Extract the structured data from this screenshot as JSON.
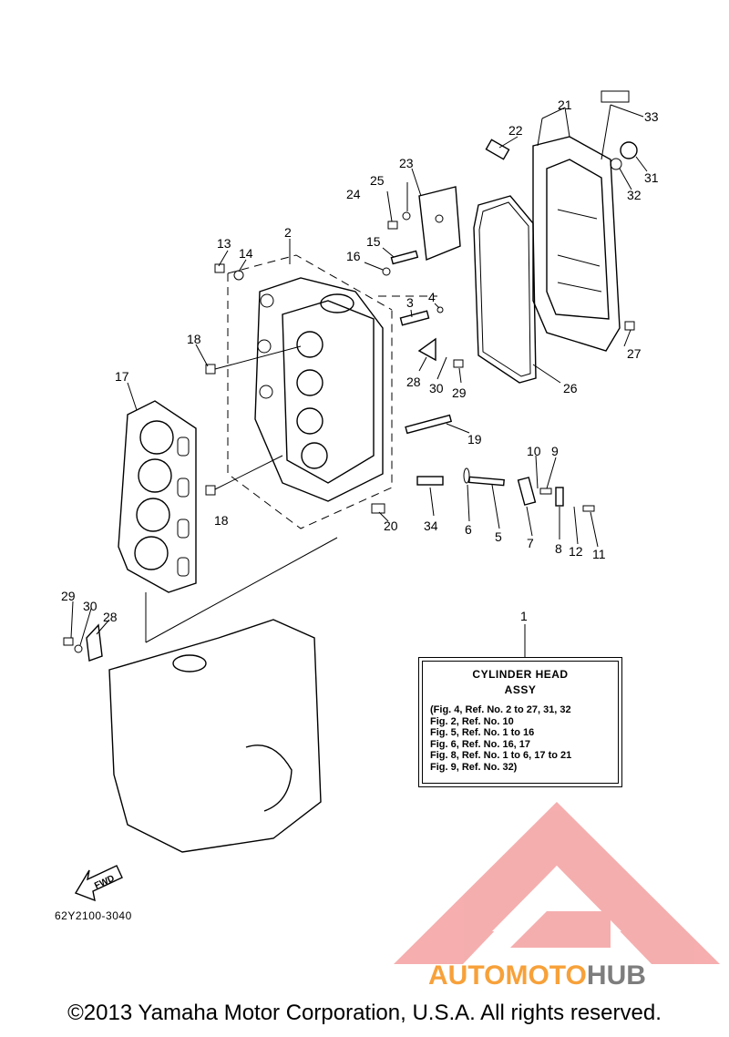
{
  "refs": {
    "r1": "1",
    "r2": "2",
    "r3": "3",
    "r4": "4",
    "r5": "5",
    "r6": "6",
    "r7": "7",
    "r8": "8",
    "r9": "9",
    "r10": "10",
    "r11": "11",
    "r12": "12",
    "r13": "13",
    "r14": "14",
    "r15": "15",
    "r16": "16",
    "r17": "17",
    "r18a": "18",
    "r18b": "18",
    "r19": "19",
    "r20": "20",
    "r21": "21",
    "r22": "22",
    "r23": "23",
    "r24": "24",
    "r25": "25",
    "r26": "26",
    "r27": "27",
    "r28a": "28",
    "r28b": "28",
    "r29a": "29",
    "r29b": "29",
    "r30a": "30",
    "r30b": "30",
    "r31": "31",
    "r32": "32",
    "r33": "33",
    "r34": "34"
  },
  "info_box": {
    "title": "CYLINDER HEAD",
    "subtitle": "ASSY",
    "lines": [
      "(Fig. 4, Ref. No. 2 to 27, 31, 32",
      " Fig. 2, Ref. No. 10",
      " Fig. 5, Ref. No. 1 to 16",
      " Fig. 6, Ref. No. 16, 17",
      " Fig. 8, Ref. No. 1 to 6, 17 to 21",
      " Fig. 9, Ref. No. 32)"
    ]
  },
  "fwd_label": "FWD",
  "diagram_code": "62Y2100-3040",
  "copyright": "©2013 Yamaha Motor Corporation, U.S.A. All rights reserved.",
  "watermark": {
    "brand_part1": "AUTOMOTO",
    "brand_part2": "HUB",
    "color_primary": "#f7a13a",
    "color_secondary": "#7d7d7d",
    "logo_color": "#f4a0a0"
  }
}
